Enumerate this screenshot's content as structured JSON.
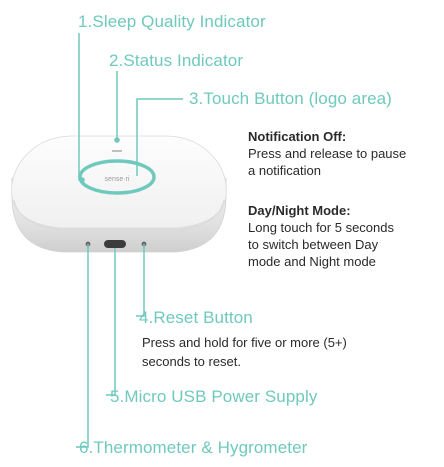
{
  "labels": {
    "sleep_quality": "1.Sleep Quality Indicator",
    "status": "2.Status Indicator",
    "touch_button": "3.Touch Button (logo area)",
    "reset_button": "4.Reset Button",
    "micro_usb": "5.Micro USB Power Supply",
    "thermo": "6.Thermometer & Hygrometer"
  },
  "notification": {
    "title": "Notification Off:",
    "line1": "Press and release to pause",
    "line2": "a notification"
  },
  "day_night": {
    "title": "Day/Night Mode:",
    "line1": "Long touch for 5 seconds",
    "line2": "to switch between Day",
    "line3": "mode and Night mode"
  },
  "reset": {
    "line1": "Press and hold for five or more (5+)",
    "line2": "seconds to reset."
  },
  "colors": {
    "accent": "#6fc9bd",
    "text": "#2a2a2a"
  }
}
